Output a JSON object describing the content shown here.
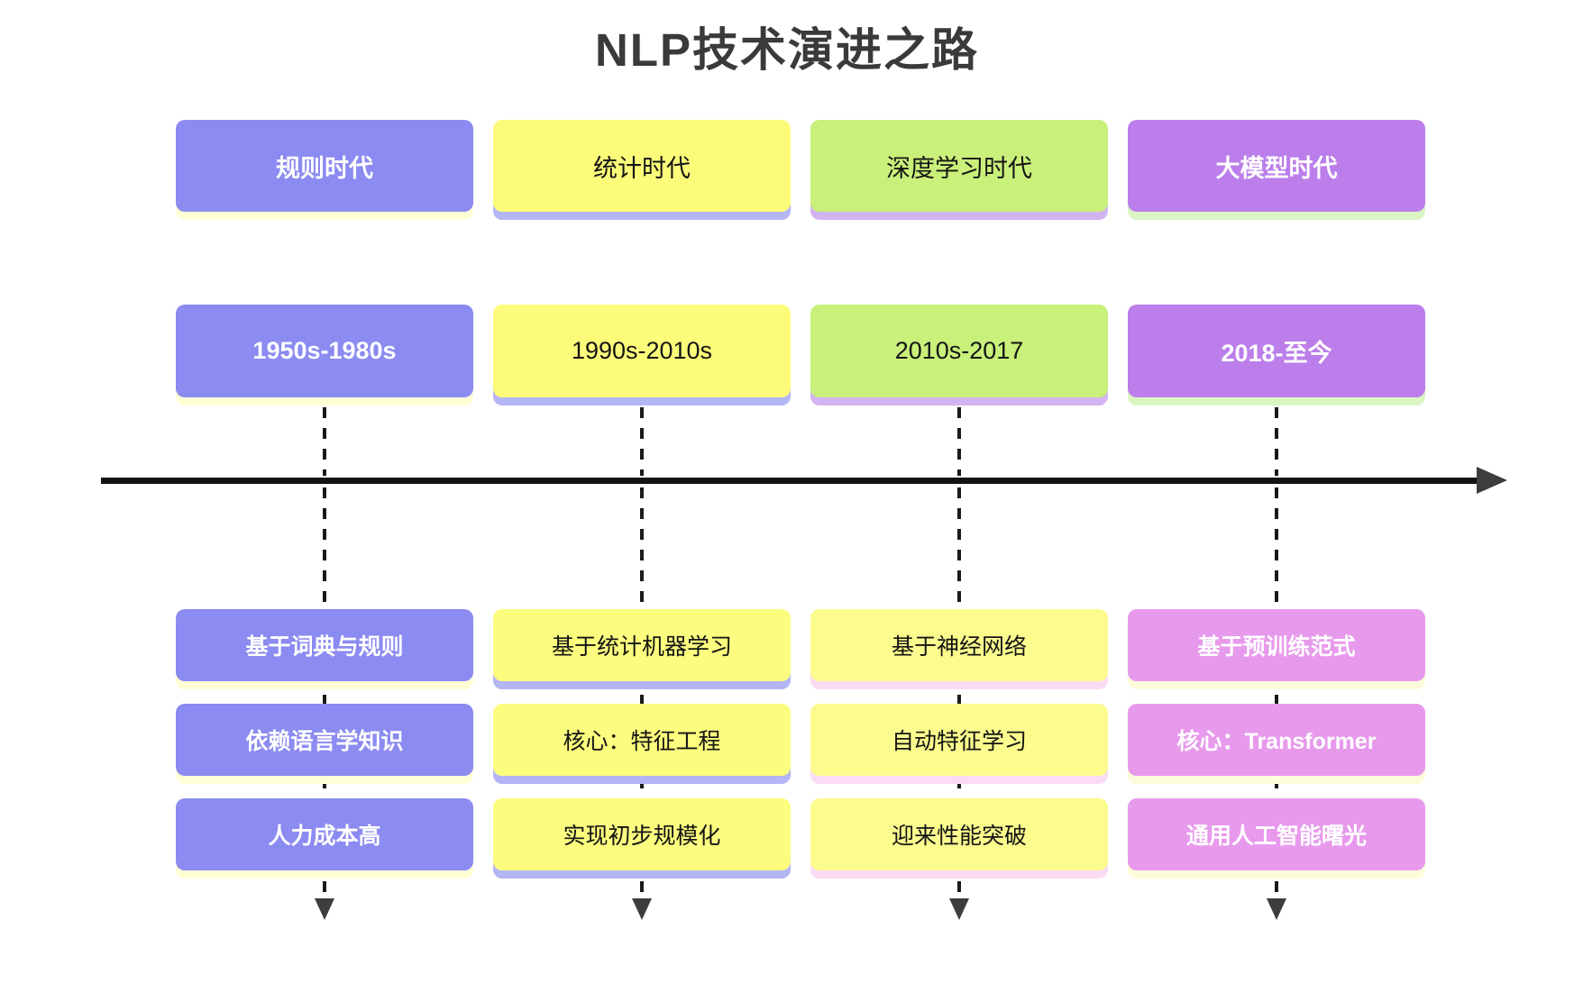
{
  "title": "NLP技术演进之路",
  "columns": [
    {
      "era": "规则时代",
      "period": "1950s-1980s",
      "facts": [
        "基于词典与规则",
        "依赖语言学知识",
        "人力成本高"
      ],
      "colors": {
        "top_bg": "#8b8bf1",
        "top_text": "#ffffff",
        "top_shadow": "#ffffd6",
        "fact_bg": "#8b8bf1",
        "fact_text": "#ffffff",
        "fact_shadow": "#ffffd6"
      }
    },
    {
      "era": "统计时代",
      "period": "1990s-2010s",
      "facts": [
        "基于统计机器学习",
        "核心：特征工程",
        "实现初步规模化"
      ],
      "colors": {
        "top_bg": "#fcfc7a",
        "top_text": "#141414",
        "top_shadow": "#b4b6f4",
        "fact_bg": "#fcfc7e",
        "fact_text": "#141414",
        "fact_shadow": "#b4b6f4"
      }
    },
    {
      "era": "深度学习时代",
      "period": "2010s-2017",
      "facts": [
        "基于神经网络",
        "自动特征学习",
        "迎来性能突破"
      ],
      "colors": {
        "top_bg": "#c9f07a",
        "top_text": "#141414",
        "top_shadow": "#d2b4f1",
        "fact_bg": "#fbfb8e",
        "fact_text": "#141414",
        "fact_shadow": "#fbdbf3"
      }
    },
    {
      "era": "大模型时代",
      "period": "2018-至今",
      "facts": [
        "基于预训练范式",
        "核心：Transformer",
        "通用人工智能曙光"
      ],
      "colors": {
        "top_bg": "#bb7eea",
        "top_text": "#ffffff",
        "top_shadow": "#daf5c3",
        "fact_bg": "#e79aec",
        "fact_text": "#ffffff",
        "fact_shadow": "#fdfcda"
      }
    }
  ],
  "timeline": {
    "direction": "right",
    "colors": {
      "axis": "#141414",
      "arrowhead": "#3d3d3d",
      "connector": "#1a1a1a",
      "down_arrowhead": "#3d3d3d"
    }
  }
}
